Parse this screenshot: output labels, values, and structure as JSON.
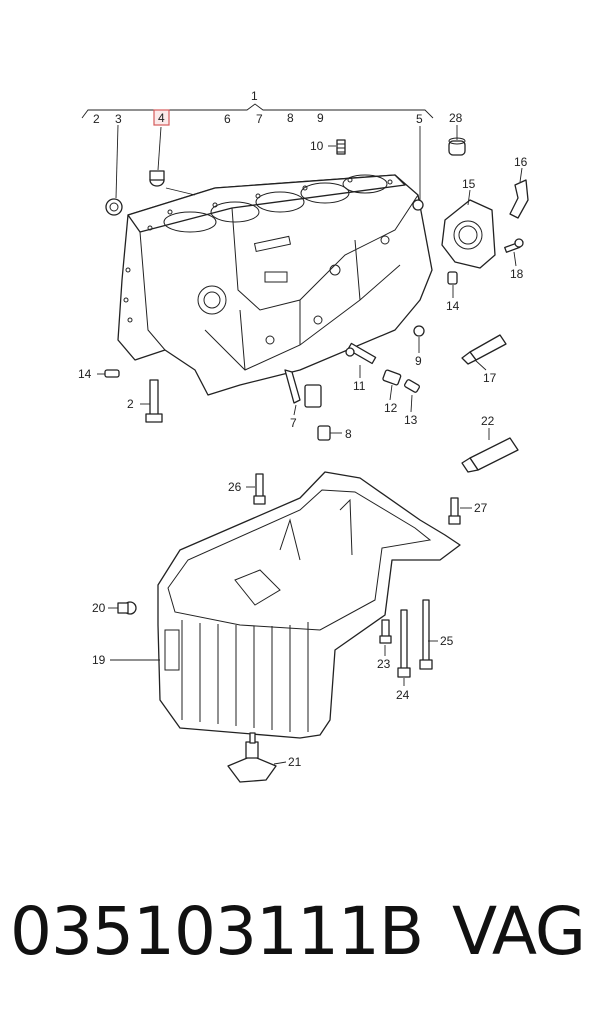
{
  "diagram": {
    "callouts": {
      "c1": "1",
      "c2": "2",
      "c3": "3",
      "c4": "4",
      "c5": "5",
      "c6": "6",
      "c7": "7",
      "c8": "8",
      "c9": "9",
      "c10": "10",
      "c11": "11",
      "c12": "12",
      "c13": "13",
      "c14": "14",
      "c15": "15",
      "c16": "16",
      "c17": "17",
      "c18": "18",
      "c19": "19",
      "c20": "20",
      "c21": "21",
      "c22": "22",
      "c23": "23",
      "c24": "24",
      "c25": "25",
      "c26": "26",
      "c27": "27",
      "c28": "28"
    },
    "highlight_color": "#d45a5a"
  },
  "footer": {
    "part_number": "035103111B",
    "brand": "VAG"
  }
}
